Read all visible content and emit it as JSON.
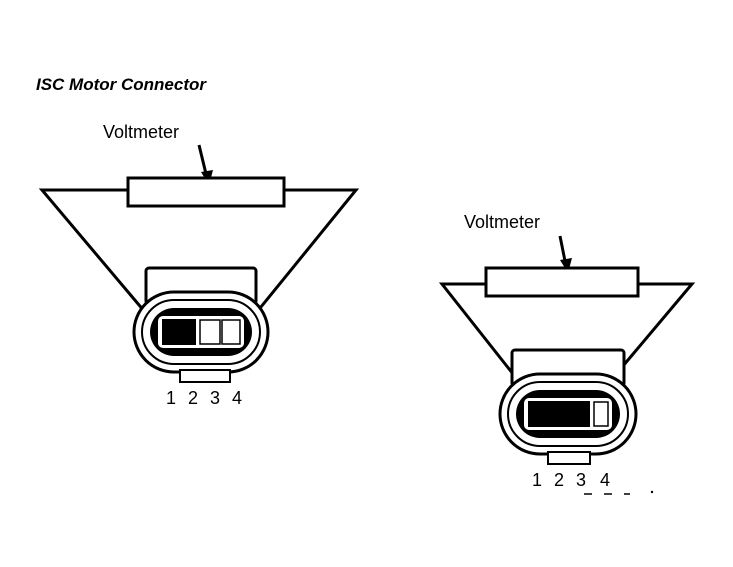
{
  "title": "ISC Motor Connector",
  "diagrams": [
    {
      "meter_label": "Voltmeter",
      "pins": [
        "1",
        "2",
        "3",
        "4"
      ]
    },
    {
      "meter_label": "Voltmeter",
      "pins": [
        "1",
        "2",
        "3",
        "4"
      ]
    }
  ],
  "colors": {
    "ink": "#000000",
    "background": "#ffffff"
  }
}
